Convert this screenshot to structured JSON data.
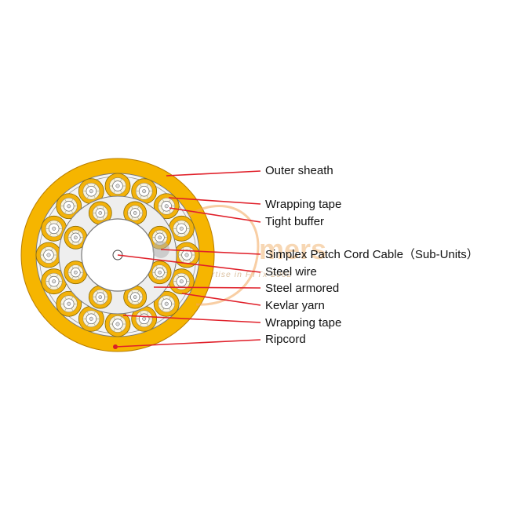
{
  "labels": {
    "outer_sheath": "Outer sheath",
    "wrapping_tape_1": "Wrapping tape",
    "tight_buffer": "Tight buffer",
    "simplex": "Simplex Patch Cord Cable（Sub-Units）",
    "steel_wire": "Steel wire",
    "steel_armored": "Steel armored",
    "kevlar_yarn": "Kevlar yarn",
    "wrapping_tape_2": "Wrapping tape",
    "ripcord": "Ripcord"
  },
  "watermark": {
    "brand": "mers",
    "tagline": "rtise in FTTx 2002"
  },
  "colors": {
    "sheath": "#f6b500",
    "unit": "#f3b20a",
    "leader": "#e0202a",
    "ripcord": "#d81f26"
  },
  "structure": {
    "outer_ring_subunits": 16,
    "inner_ring_subunits": 8
  }
}
